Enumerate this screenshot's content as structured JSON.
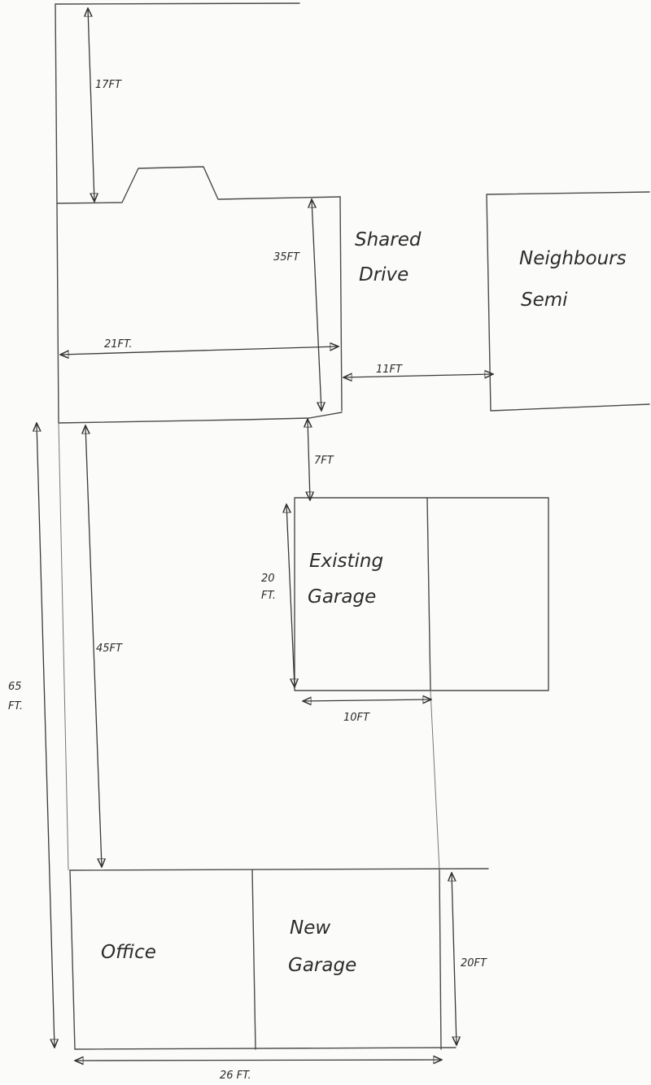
{
  "labels": {
    "shared_drive_line1": "Shared",
    "shared_drive_line2": "Drive",
    "neighbours_line1": "Neighbours",
    "neighbours_line2": "Semi",
    "existing_line1": "Existing",
    "existing_line2": "Garage",
    "office": "Office",
    "new_garage_line1": "New",
    "new_garage_line2": "Garage"
  },
  "dimensions": {
    "d17": "17FT",
    "d35": "35FT",
    "d21": "21FT.",
    "d11": "11FT",
    "d7": "7FT",
    "d20a_line1": "20",
    "d20a_line2": "FT.",
    "d10": "10FT",
    "d45": "45FT",
    "d65_line1": "65",
    "d65_line2": "FT.",
    "d20b": "20FT",
    "d26": "26 FT."
  }
}
